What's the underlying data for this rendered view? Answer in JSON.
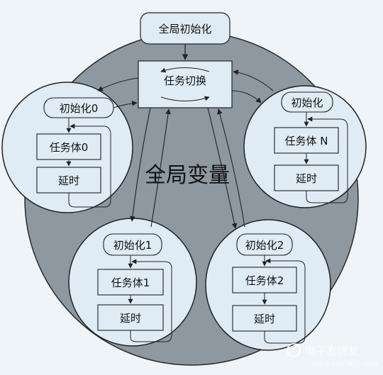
{
  "global_init": "全局初始化",
  "task_switch": "任务切换",
  "global_vars": "全局变量",
  "tasks": [
    {
      "init": "初始化0",
      "body": "任务体0",
      "delay": "延时"
    },
    {
      "init": "初始化",
      "body": "任务体 N",
      "delay": "延时"
    },
    {
      "init": "初始化1",
      "body": "任务体1",
      "delay": "延时"
    },
    {
      "init": "初始化2",
      "body": "任务体2",
      "delay": "延时"
    }
  ],
  "watermark": {
    "text": "电子发烧友",
    "url": "www.elecfans.com"
  },
  "colors": {
    "background": "#eef4f8",
    "big_circle": "#8e98a0",
    "node_fill": "#dfebf5",
    "stroke": "#222222"
  }
}
